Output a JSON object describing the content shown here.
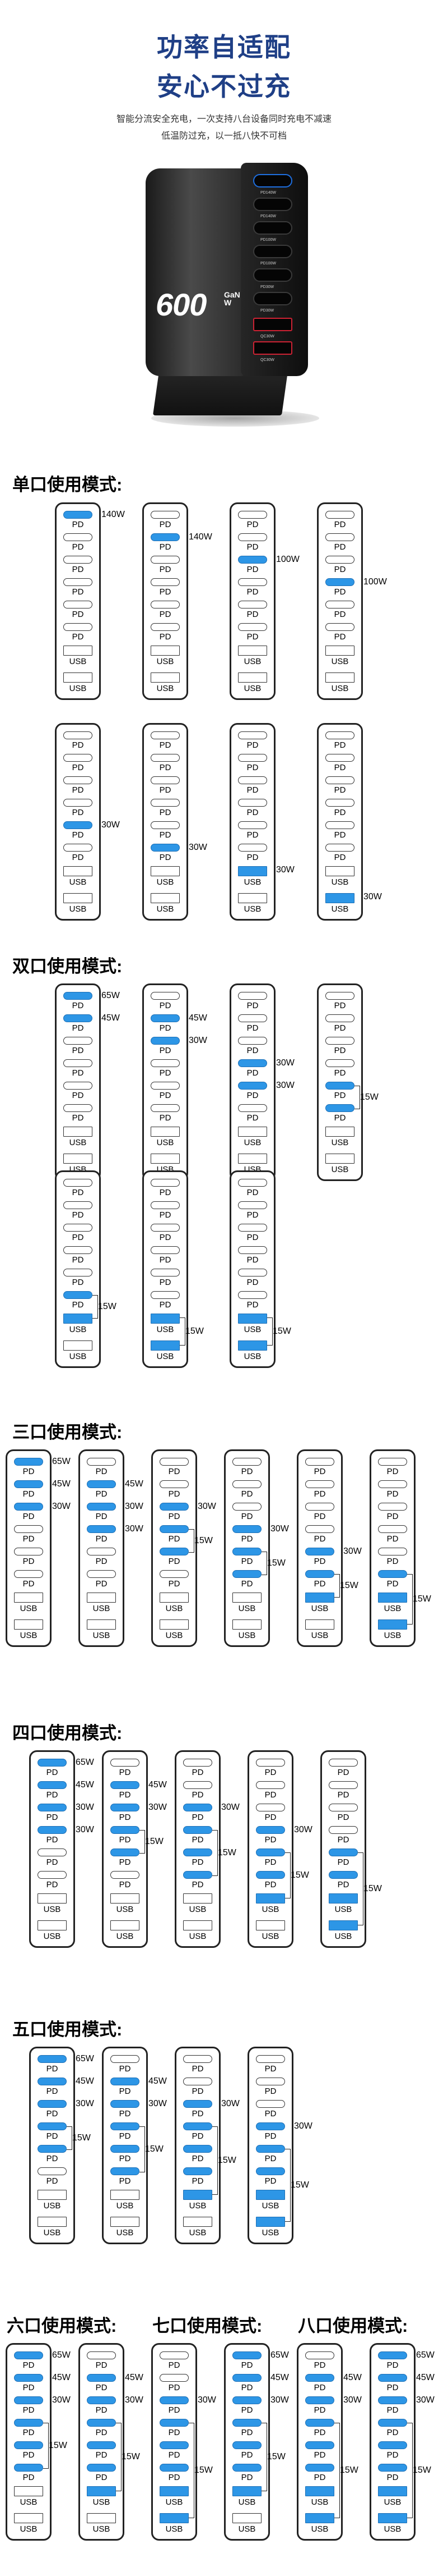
{
  "header": {
    "headline_1": "功率自适配",
    "headline_2": "安心不过充",
    "subline_1": "智能分流安全充电，一次支持八台设备同时充电不减速",
    "subline_2": "低温防过充，以一抵八快不可档"
  },
  "product": {
    "brand_text": "600",
    "brand_sub_1": "GaN",
    "brand_sub_2": "W",
    "port_labels": [
      "PD140W",
      "PD140W",
      "PD100W",
      "PD100W",
      "PD30W",
      "PD30W",
      "QC30W",
      "QC30W"
    ]
  },
  "colors": {
    "accent": "#2d96e6",
    "headline": "#1f3f86"
  },
  "labels": {
    "pd": "PD",
    "usb": "USB"
  },
  "sections": {
    "single": "单口使用模式:",
    "dual": "双口使用模式:",
    "triple": "三口使用模式:",
    "quad": "四口使用模式:",
    "five": "五口使用模式:",
    "six": "六口使用模式:",
    "seven": "七口使用模式:",
    "eight": "八口使用模式:"
  },
  "watts": {
    "w140": "140W",
    "w100": "100W",
    "w65": "65W",
    "w45": "45W",
    "w30": "30W",
    "w15": "15W"
  }
}
